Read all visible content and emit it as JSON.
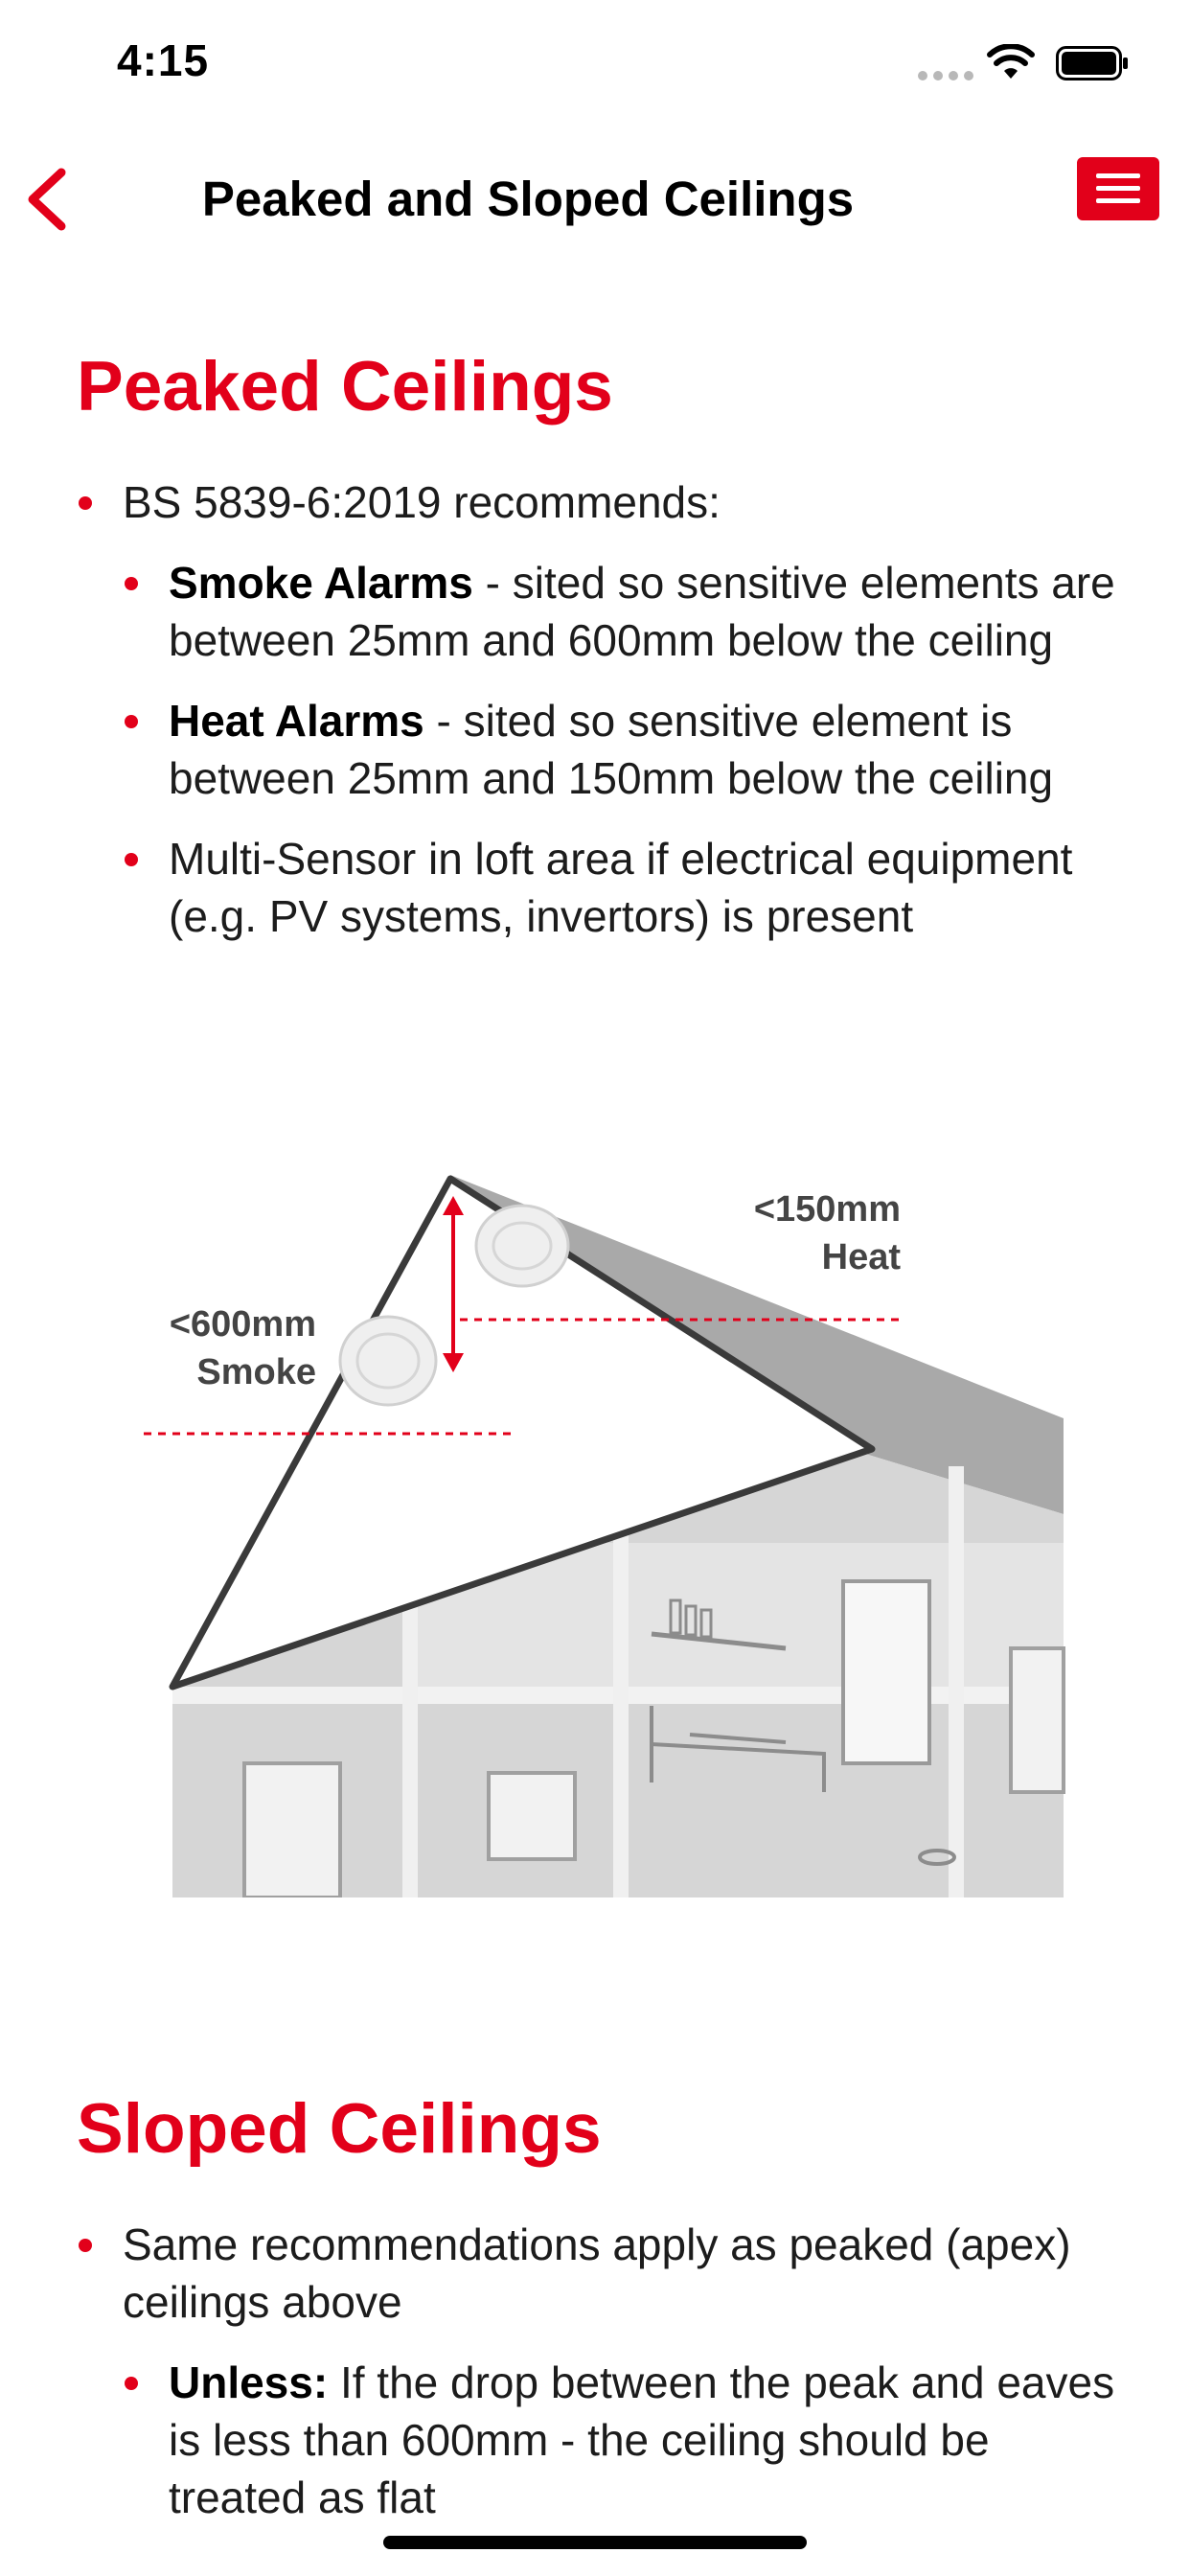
{
  "status": {
    "time": "4:15"
  },
  "nav": {
    "title": "Peaked and Sloped Ceilings"
  },
  "peaked": {
    "heading": "Peaked Ceilings",
    "intro": "BS 5839-6:2019 recommends:",
    "smoke": {
      "bold": "Smoke Alarms",
      "text": " - sited so sensitive elements are between 25mm and 600mm below the ceiling"
    },
    "heat": {
      "bold": "Heat Alarms",
      "text": " - sited so sensitive element is between 25mm and 150mm below the ceiling"
    },
    "multi": "Multi-Sensor in loft area if electrical equipment (e.g. PV systems, invertors) is present"
  },
  "diagram": {
    "heat_distance": "<150mm",
    "heat_label": "Heat",
    "smoke_distance": "<600mm",
    "smoke_label": "Smoke"
  },
  "sloped": {
    "heading": "Sloped Ceilings",
    "intro": "Same recommendations apply as peaked (apex) ceilings above",
    "unless": {
      "bold": "Unless:",
      "text": " If the drop between the peak and eaves is less than 600mm - the ceiling should be treated as flat"
    }
  },
  "colors": {
    "accent": "#e2001a",
    "text": "#1c1c1c",
    "house_grey": "#bdbdbd"
  },
  "icons": {
    "back": "chevron-left-icon",
    "menu": "hamburger-menu-icon",
    "wifi": "wifi-icon",
    "battery": "battery-icon",
    "signal": "signal-icon"
  }
}
